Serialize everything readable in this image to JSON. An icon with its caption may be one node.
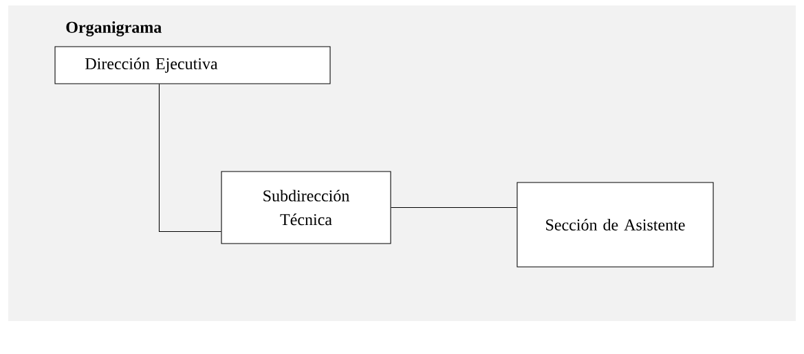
{
  "diagram": {
    "title": "Organigrama",
    "nodes": [
      {
        "text": [
          "Dirección Ejecutiva"
        ]
      },
      {
        "text": [
          "Subdirección Técnica"
        ]
      },
      {
        "text": [
          "Sección de Asistente"
        ]
      }
    ],
    "edges": [
      {
        "from": 0,
        "to": 1,
        "arrow": "none"
      },
      {
        "from": 1,
        "to": 2,
        "arrow": "none"
      }
    ]
  }
}
